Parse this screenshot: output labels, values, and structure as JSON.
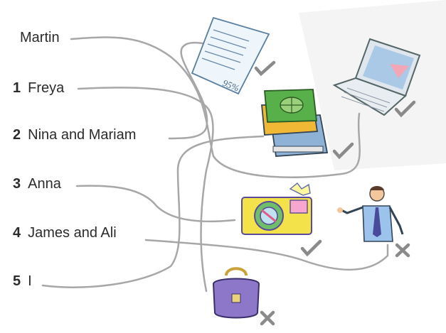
{
  "people": [
    {
      "number": "",
      "name": "Martin"
    },
    {
      "number": "1",
      "name": "Freya"
    },
    {
      "number": "2",
      "name": "Nina and Mariam"
    },
    {
      "number": "3",
      "name": "Anna"
    },
    {
      "number": "4",
      "name": "James and Ali"
    },
    {
      "number": "5",
      "name": "I"
    }
  ],
  "receipt": {
    "percent": "95%"
  },
  "items": [
    {
      "icon": "test-paper-icon",
      "mark": "tick"
    },
    {
      "icon": "laptop-icon",
      "mark": "tick"
    },
    {
      "icon": "books-icon",
      "mark": "tick"
    },
    {
      "icon": "camera-icon",
      "mark": "tick"
    },
    {
      "icon": "man-icon",
      "mark": "cross"
    },
    {
      "icon": "bag-icon",
      "mark": "cross"
    }
  ],
  "colors": {
    "line": "#a7a7a7",
    "mark": "#8a8a8a",
    "text": "#2b2b2b"
  }
}
